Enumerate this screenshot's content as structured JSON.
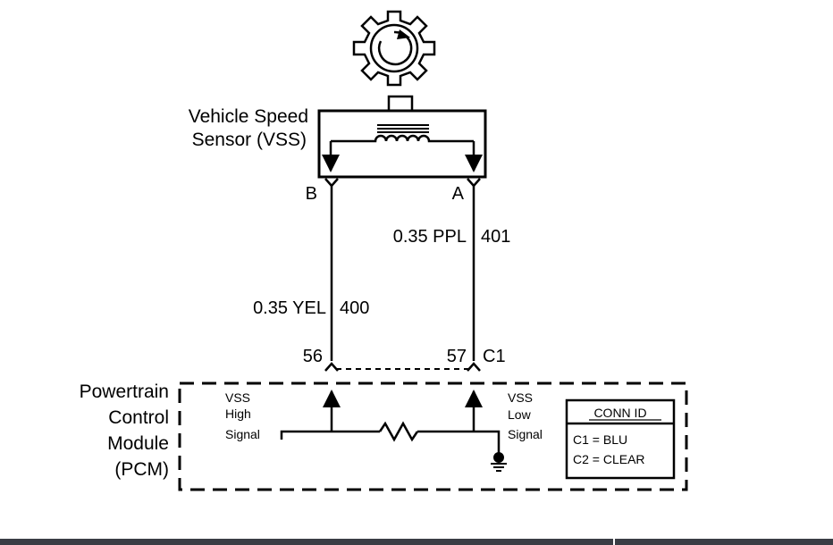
{
  "sensor": {
    "name_line1": "Vehicle Speed",
    "name_line2": "Sensor (VSS)",
    "pin_b": "B",
    "pin_a": "A"
  },
  "wires": {
    "left": {
      "gauge_color": "0.35 YEL",
      "circuit": "400"
    },
    "right": {
      "gauge_color": "0.35 PPL",
      "circuit": "401"
    }
  },
  "pcm": {
    "name_line1": "Powertrain",
    "name_line2": "Control",
    "name_line3": "Module",
    "name_line4": "(PCM)",
    "pin_left": "56",
    "pin_right": "57",
    "connector": "C1",
    "high_signal": [
      "VSS",
      "High",
      "Signal"
    ],
    "low_signal": [
      "VSS",
      "Low",
      "Signal"
    ]
  },
  "conn_id": {
    "title": "CONN ID",
    "row1": "C1 = BLU",
    "row2": "C2 = CLEAR"
  }
}
